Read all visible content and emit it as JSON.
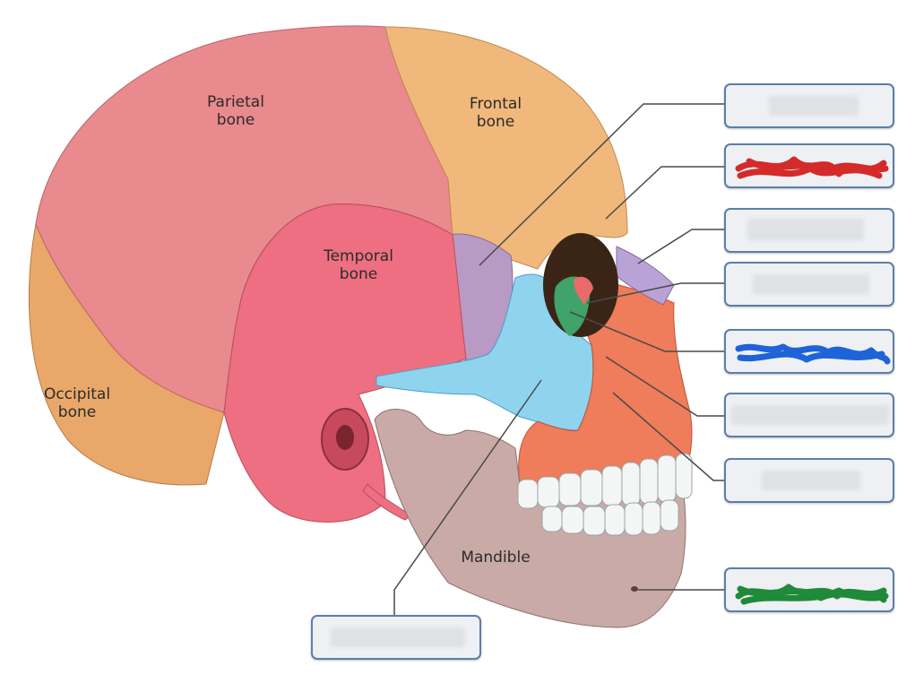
{
  "bone_labels": {
    "parietal": [
      "Parietal",
      "bone"
    ],
    "frontal": [
      "Frontal",
      "bone"
    ],
    "temporal": [
      "Temporal",
      "bone"
    ],
    "occipital": [
      "Occipital",
      "bone"
    ],
    "mandible": "Mandible"
  },
  "answer_boxes": [
    {
      "id": "box-1",
      "state": "blank"
    },
    {
      "id": "box-2",
      "state": "scribbled",
      "scribble_color": "#d42a2a"
    },
    {
      "id": "box-3",
      "state": "blank"
    },
    {
      "id": "box-4",
      "state": "blank"
    },
    {
      "id": "box-5",
      "state": "scribbled",
      "scribble_color": "#1f63d8"
    },
    {
      "id": "box-6",
      "state": "blank"
    },
    {
      "id": "box-7",
      "state": "blank"
    },
    {
      "id": "box-8",
      "state": "scribbled",
      "scribble_color": "#1f8a3a"
    },
    {
      "id": "box-9",
      "state": "blank"
    }
  ],
  "colors": {
    "parietal": "#e98a8e",
    "frontal": "#f0b87a",
    "temporal": "#ee6f81",
    "occipital": "#e9a86a",
    "sphenoid": "#b89ac4",
    "zygomatic": "#8fd3ef",
    "maxilla": "#ef7c5a",
    "mandible": "#c9aaa6",
    "nasal": "#b9a3d6",
    "lacrimal": "#e96a6a",
    "ethmoid": "#3fa36a",
    "box_border": "#5b7fa8"
  }
}
